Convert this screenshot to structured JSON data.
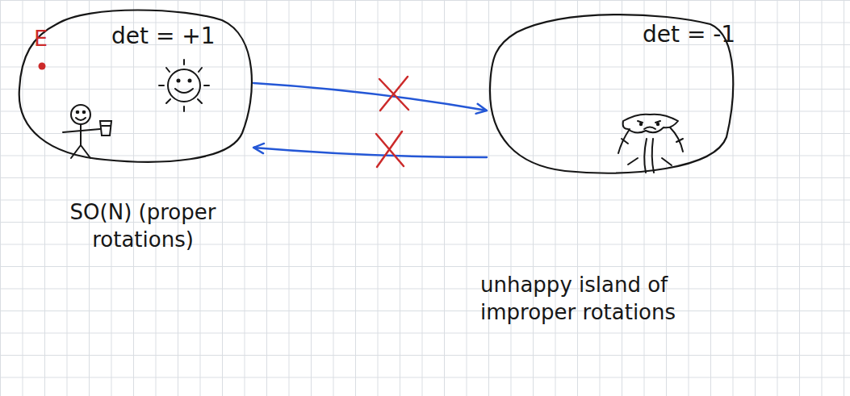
{
  "diagram": {
    "nodes": [
      {
        "text": [
          "det = +1",
          "SO(N) (proper rotations)"
        ]
      },
      {
        "text": [
          "det = -1",
          "unhappy island of improper rotations"
        ]
      }
    ],
    "edges": [
      {
        "from": 0,
        "to": 1,
        "arrow": "to"
      },
      {
        "from": 1,
        "to": 0,
        "arrow": "to"
      }
    ],
    "labels": [
      "E"
    ]
  }
}
